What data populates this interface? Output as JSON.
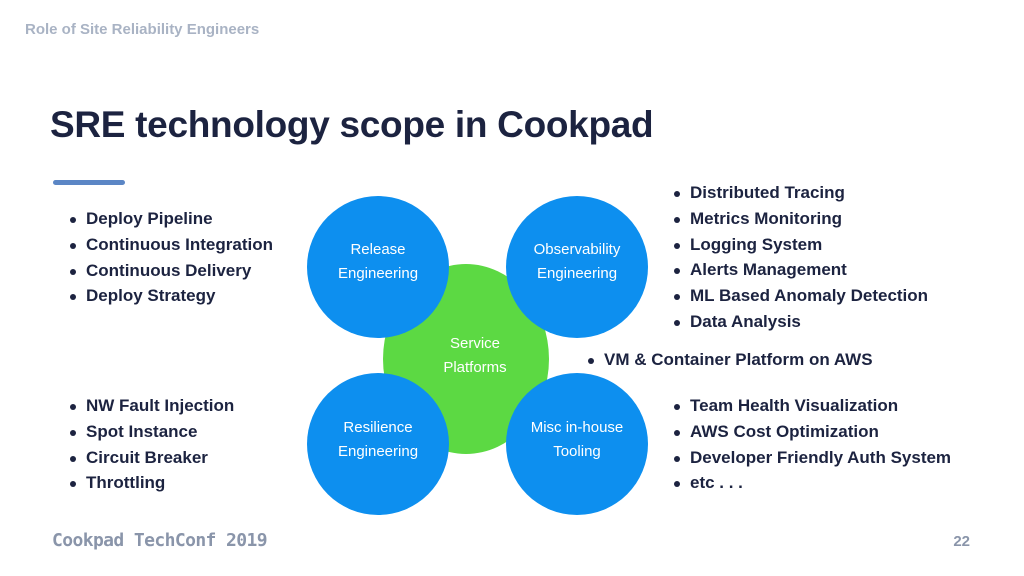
{
  "header": {
    "section_label": "Role of Site Reliability Engineers",
    "title": "SRE technology scope in Cookpad"
  },
  "diagram": {
    "center": {
      "line1": "Service",
      "line2": "Platforms"
    },
    "circles": [
      {
        "line1": "Release",
        "line2": "Engineering"
      },
      {
        "line1": "Observability",
        "line2": "Engineering"
      },
      {
        "line1": "Resilience",
        "line2": "Engineering"
      },
      {
        "line1": "Misc in-house",
        "line2": "Tooling"
      }
    ]
  },
  "lists": {
    "release": [
      "Deploy Pipeline",
      "Continuous Integration",
      "Continuous Delivery",
      "Deploy Strategy"
    ],
    "observability": [
      "Distributed Tracing",
      "Metrics Monitoring",
      "Logging System",
      "Alerts Management",
      "ML Based Anomaly Detection",
      "Data Analysis"
    ],
    "service": [
      "VM & Container Platform on AWS"
    ],
    "resilience": [
      "NW Fault Injection",
      "Spot Instance",
      "Circuit Breaker",
      "Throttling"
    ],
    "tooling": [
      "Team Health Visualization",
      "AWS Cost Optimization",
      "Developer Friendly Auth System",
      "etc . . ."
    ]
  },
  "footer": {
    "brand": "Cookpad TechConf 2019",
    "page_number": "22"
  },
  "colors": {
    "title": "#1c2340",
    "accent_bar": "#5b86c5",
    "circle_blue": "#0d8fef",
    "circle_green": "#5cd943",
    "muted": "#a9b3c4"
  }
}
